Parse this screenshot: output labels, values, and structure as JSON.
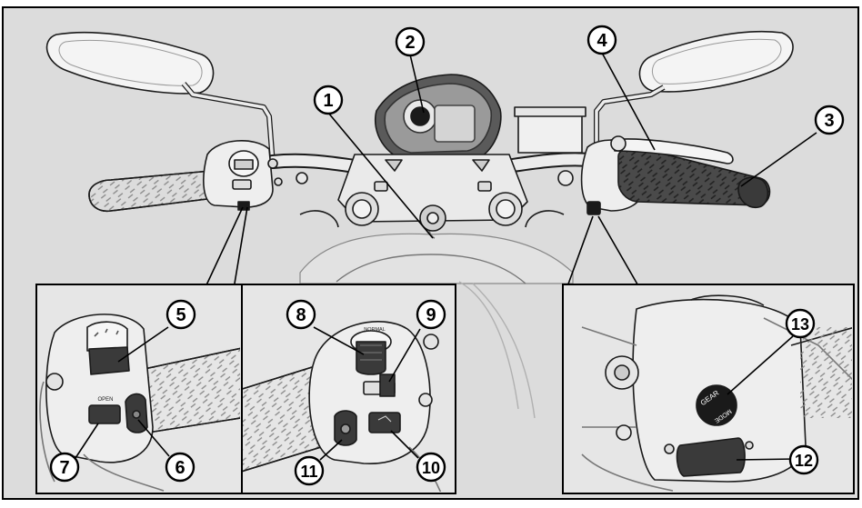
{
  "callouts": [
    {
      "id": "1",
      "label": "1"
    },
    {
      "id": "2",
      "label": "2"
    },
    {
      "id": "3",
      "label": "3"
    },
    {
      "id": "4",
      "label": "4"
    },
    {
      "id": "5",
      "label": "5"
    },
    {
      "id": "6",
      "label": "6"
    },
    {
      "id": "7",
      "label": "7"
    },
    {
      "id": "8",
      "label": "8"
    },
    {
      "id": "9",
      "label": "9"
    },
    {
      "id": "10",
      "label": "10"
    },
    {
      "id": "11",
      "label": "11"
    },
    {
      "id": "12",
      "label": "12"
    },
    {
      "id": "13",
      "label": "13"
    }
  ],
  "switch_labels": {
    "open": "OPEN",
    "normal": "NORMAL",
    "gear": "GEAR",
    "mode": "MODE"
  },
  "colors": {
    "background": "#dcdcdc",
    "outline": "#000000",
    "grip_dark": "#4a4a4a",
    "dash": "#5a5a5a",
    "callout_fill": "#ffffff"
  }
}
